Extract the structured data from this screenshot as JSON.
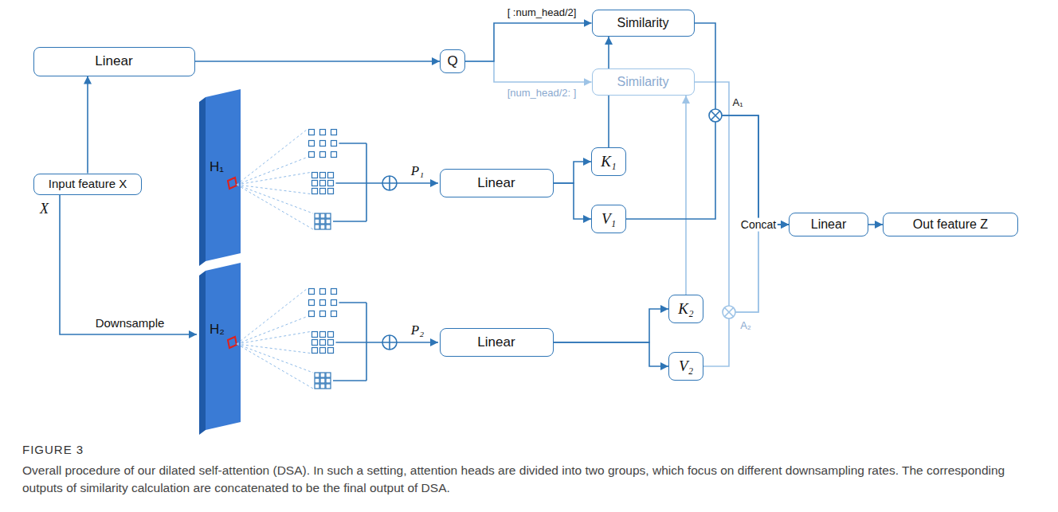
{
  "diagram": {
    "title": "FIGURE 3",
    "caption": "Overall procedure of our dilated self-attention (DSA). In such a setting, attention heads are divided into two groups, which focus on different downsampling rates. The corresponding outputs of similarity calculation are concatenated to be the final output of DSA.",
    "nodes": [
      {
        "text": [
          "Linear"
        ]
      },
      {
        "text": [
          "Q"
        ]
      },
      {
        "text": [
          "Similarity"
        ]
      },
      {
        "text": [
          "Similarity"
        ]
      },
      {
        "text": [
          "Input feature X"
        ]
      },
      {
        "text": [
          "K₁"
        ]
      },
      {
        "text": [
          "Linear"
        ]
      },
      {
        "text": [
          "V₁"
        ]
      },
      {
        "text": [
          "Linear"
        ]
      },
      {
        "text": [
          "Out feature Z"
        ]
      },
      {
        "text": [
          "K₂"
        ]
      },
      {
        "text": [
          "Linear"
        ]
      },
      {
        "text": [
          "V₂"
        ]
      }
    ],
    "edges": [
      {
        "from": 4,
        "to": 0,
        "arrow": "to"
      },
      {
        "from": 0,
        "to": 1,
        "arrow": "to"
      },
      {
        "from": 1,
        "to": 2,
        "arrow": "to",
        "label": "[ :num_head/2]"
      },
      {
        "from": 1,
        "to": 3,
        "arrow": "to",
        "label": "[num_head/2: ]"
      },
      {
        "from": 6,
        "to": 5,
        "arrow": "to"
      },
      {
        "from": 6,
        "to": 7,
        "arrow": "to"
      },
      {
        "from": 5,
        "to": 2,
        "arrow": "to"
      },
      {
        "from": 11,
        "to": 10,
        "arrow": "to"
      },
      {
        "from": 11,
        "to": 12,
        "arrow": "to"
      },
      {
        "from": 10,
        "to": 3,
        "arrow": "to"
      },
      {
        "from": 2,
        "to": 8,
        "arrow": "to"
      },
      {
        "from": 7,
        "to": 8,
        "arrow": "to"
      },
      {
        "from": 3,
        "to": 8,
        "arrow": "to"
      },
      {
        "from": 12,
        "to": 8,
        "arrow": "to"
      },
      {
        "from": 8,
        "to": 9,
        "arrow": "to"
      }
    ],
    "labels": [
      "X",
      "Downsample",
      "H₁",
      "H₂",
      "P₁",
      "P₂",
      "A₁",
      "A₂",
      "Concat"
    ]
  }
}
